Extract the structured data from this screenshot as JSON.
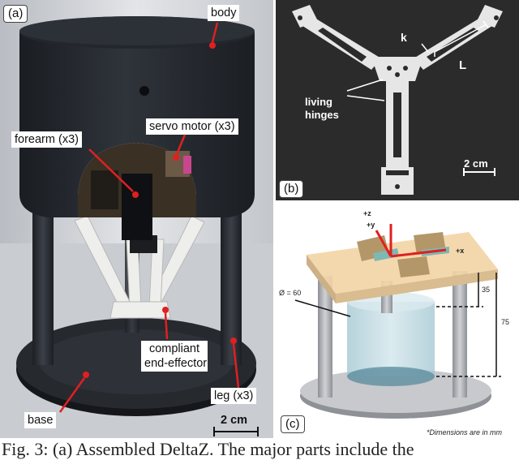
{
  "panel_a": {
    "label": "(a)",
    "callouts": {
      "body": "body",
      "servo": "servo motor (x3)",
      "forearm": "forearm (x3)",
      "effector_line1": "compliant",
      "effector_line2": "end-effector",
      "base": "base",
      "leg": "leg (x3)"
    },
    "scale": "2 cm"
  },
  "panel_b": {
    "label": "(b)",
    "callouts": {
      "k": "k",
      "L": "L",
      "hinges_line1": "living",
      "hinges_line2": "hinges"
    },
    "scale": "2 cm"
  },
  "panel_c": {
    "label": "(c)",
    "axes": {
      "z": "+z",
      "y": "+y",
      "x": "+x"
    },
    "diameter": "Ø = 60",
    "dim_35": "35",
    "dim_75": "75",
    "note": "*Dimensions are in mm"
  },
  "caption": "Fig. 3: (a) Assembled DeltaZ. The major parts include the"
}
